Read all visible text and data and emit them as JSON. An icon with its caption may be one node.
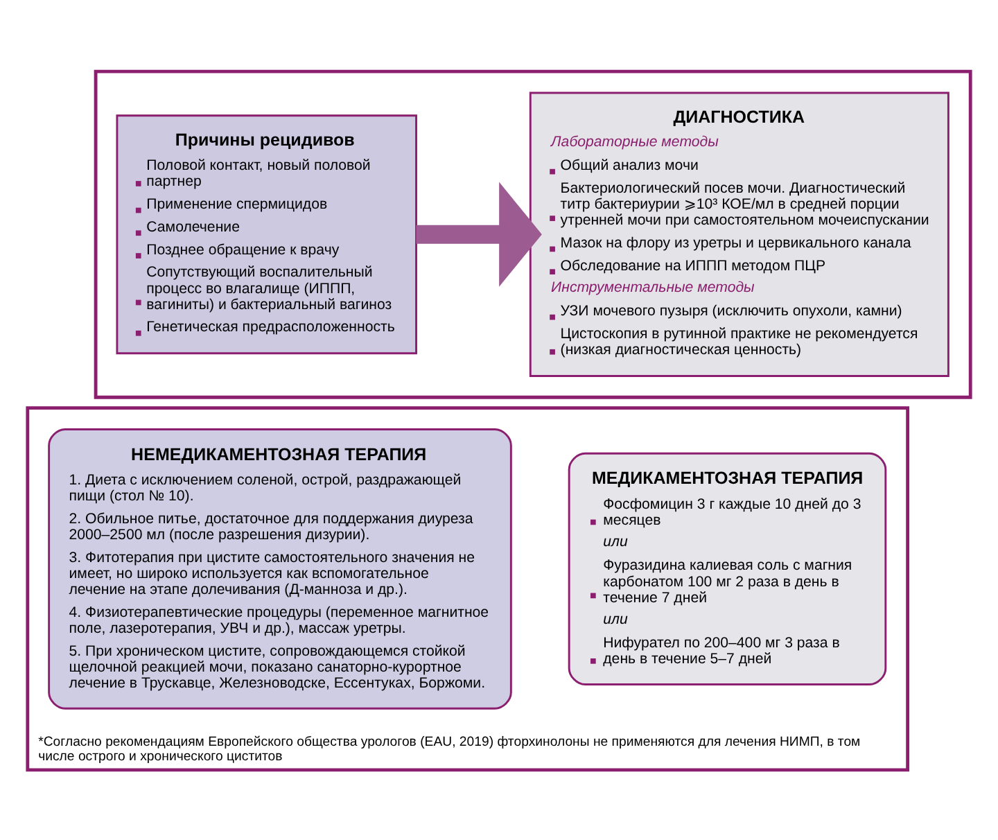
{
  "diagram": {
    "nodes": [
      {
        "text": [],
        "shape": "box"
      },
      {
        "text": [
          "Причины рецидивов",
          "Половой контакт, новый половой партнер",
          "Применение спермицидов",
          "Самолечение",
          "Позднее обращение к врачу",
          "Сопутствующий воспалительный процесс во влагалище (ИППП, вагиниты) и бактериальный вагиноз",
          "Генетическая предрасположенность"
        ],
        "in": 0
      },
      {
        "text": [
          "ДИАГНОСТИКА",
          "Лабораторные методы",
          "Общий анализ мочи",
          "Бактериологический посев мочи. Диагностический титр бактериурии ⩾10³ КОЕ/мл в средней порции утренней мочи при самостоятельном мочеиспускании",
          "Мазок на флору из уретры и цервикального канала",
          "Обследование на ИППП методом ПЦР",
          "Инструментальные методы",
          "УЗИ мочевого пузыря (исключить опухоли, камни)",
          "Цистоскопия в рутинной практике не рекомендуется (низкая диагностическая ценность)"
        ],
        "in": 0
      },
      {
        "text": [
          "*Согласно рекомендациям Европейского общества урологов (EAU, 2019) фторхинолоны не применяются для лечения НИМП, в том числе острого и хронического циститов"
        ]
      },
      {
        "text": [
          "НЕМЕДИКАМЕНТОЗНАЯ ТЕРАПИЯ",
          "1. Диета с исключением соленой, острой, раздражающей пищи (стол № 10).",
          "2. Обильное питье, достаточное для поддержания диуреза 2000–2500 мл (после разрешения дизурии).",
          "3. Фитотерапия при цистите самостоятельного значения не имеет, но широко используется как вспомогательное лечение на этапе долечивания (Д-манноза и др.).",
          "4. Физиотерапевтические процедуры (переменное магнитное поле, лазеротерапия, УВЧ и др.), массаж уретры.",
          "5. При хроническом цистите, сопровождающемся стойкой щелочной реакцией мочи, показано санаторно-курортное лечение в Трускавце, Железноводске, Ессентуках, Боржоми."
        ],
        "in": 3
      },
      {
        "text": [
          "МЕДИКАМЕНТОЗНАЯ ТЕРАПИЯ",
          "Фосфомицин 3 г каждые 10 дней до 3 месяцев",
          "или",
          "Фуразидина калиевая соль с магния карбонатом 100 мг 2 раза в день в течение 7 дней",
          "или",
          "Нифурател по 200–400 мг 3 раза в день в течение 5–7 дней"
        ],
        "in": 3
      }
    ],
    "edges": [
      {
        "from": 1,
        "to": 2,
        "arrow": "to",
        "color": "#9c5c91"
      }
    ]
  }
}
